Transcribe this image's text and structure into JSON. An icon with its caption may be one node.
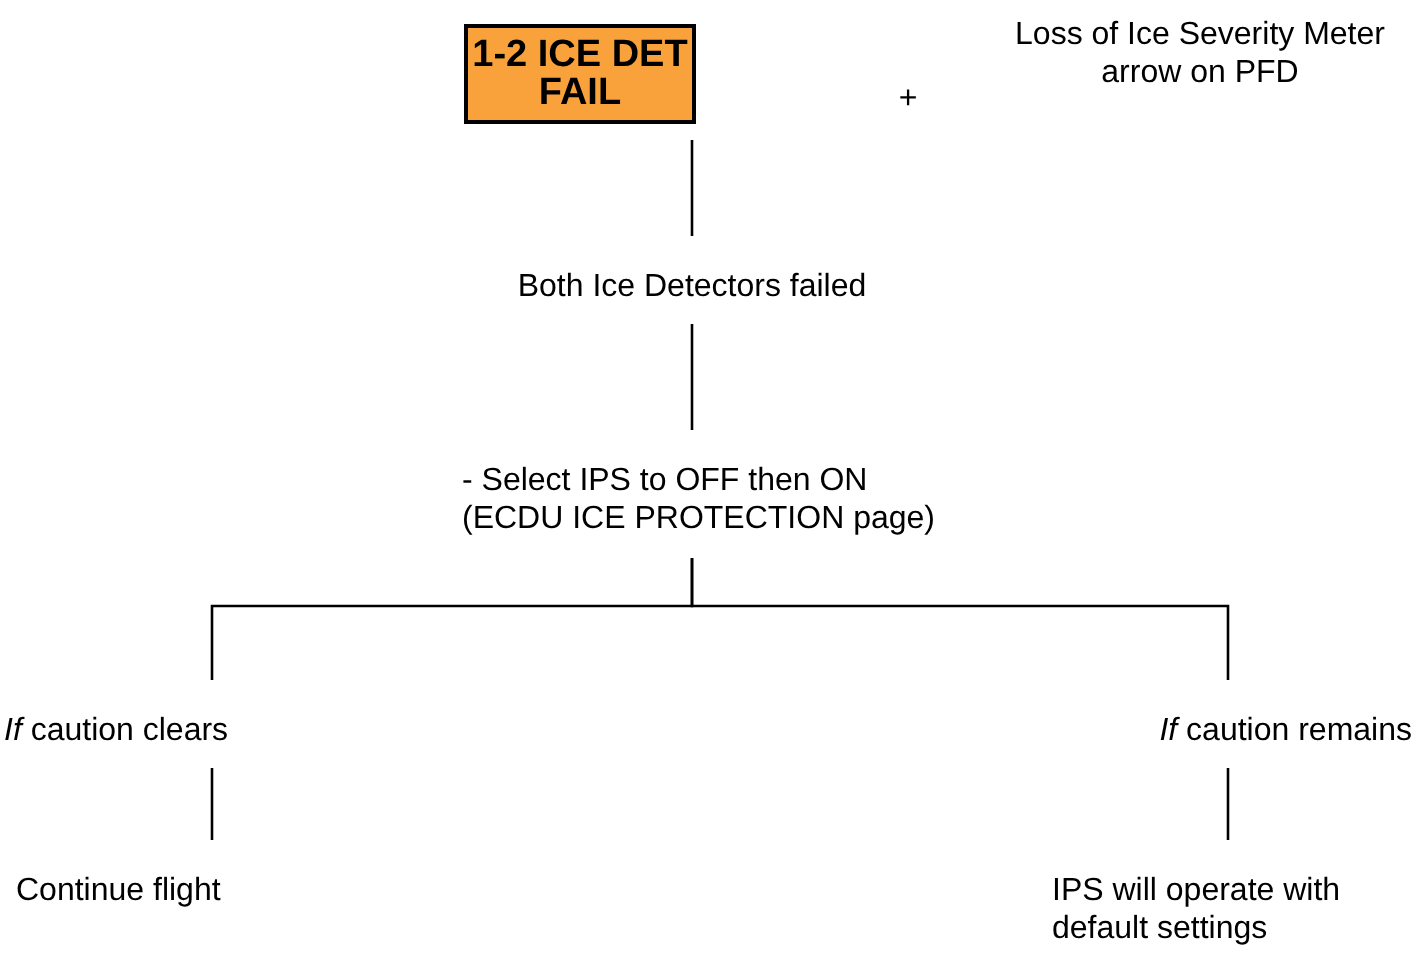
{
  "diagram": {
    "nodes": [
      {
        "text": [
          "1-2 ICE DET FAIL"
        ]
      },
      {
        "text": [
          "Both Ice Detectors failed"
        ]
      },
      {
        "text": [
          "- Select IPS to OFF then ON (ECDU ICE PROTECTION page)"
        ]
      },
      {
        "text": [
          "*If* caution clears"
        ]
      },
      {
        "text": [
          "*If* caution remains"
        ]
      },
      {
        "text": [
          "Continue flight"
        ]
      },
      {
        "text": [
          "IPS will operate with default settings"
        ]
      }
    ],
    "edges": [
      {
        "from": 0,
        "to": 1,
        "arrow": "none"
      },
      {
        "from": 1,
        "to": 2,
        "arrow": "none"
      },
      {
        "from": 2,
        "to": 3,
        "arrow": "none"
      },
      {
        "from": 2,
        "to": 4,
        "arrow": "none"
      },
      {
        "from": 3,
        "to": 5,
        "arrow": "none"
      },
      {
        "from": 4,
        "to": 6,
        "arrow": "none"
      }
    ],
    "labels": [
      "+",
      "Loss of Ice Severity Meter arrow on PFD"
    ]
  }
}
